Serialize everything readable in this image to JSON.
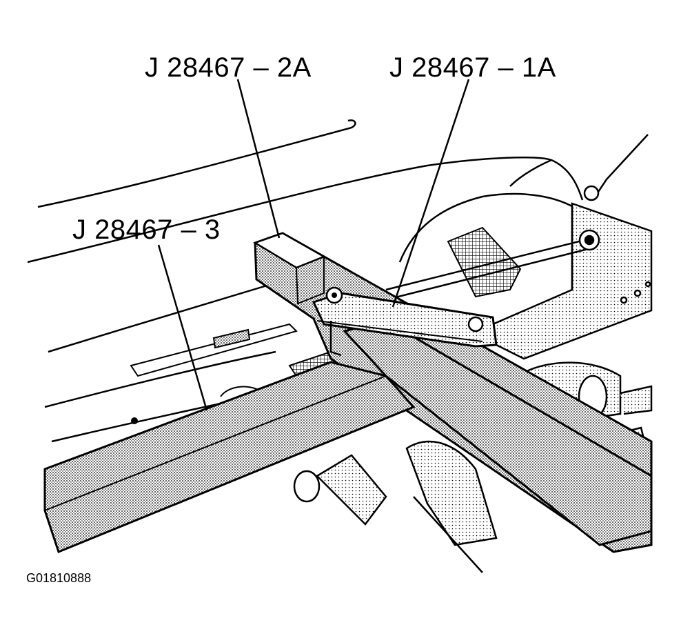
{
  "callouts": {
    "tool_2a": "J 28467 – 2A",
    "tool_1a": "J 28467 – 1A",
    "tool_3": "J 28467 – 3"
  },
  "figure_id": "G01810888"
}
